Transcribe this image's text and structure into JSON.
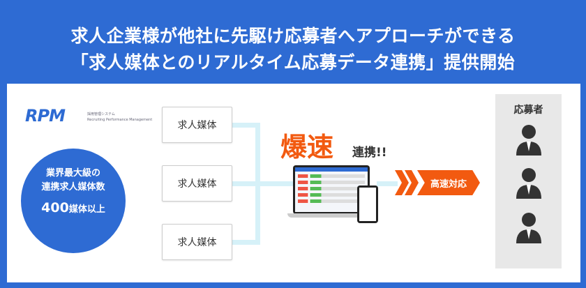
{
  "header": {
    "line1": "求人企業様が他社に先駆け応募者へアプローチができる",
    "line2": "「求人媒体とのリアルタイム応募データ連携」提供開始"
  },
  "logo": {
    "name": "RPM",
    "sub_jp": "採用管理システム",
    "sub_en": "Recruiting Performance Management"
  },
  "badge": {
    "line1": "業界最大級の",
    "line2": "連携求人媒体数",
    "count": "400",
    "suffix": "媒体以上"
  },
  "media": [
    "求人媒体",
    "求人媒体",
    "求人媒体"
  ],
  "headline": {
    "big": "爆速",
    "small": "連携!!"
  },
  "speed_label": "高速対応",
  "applicants": {
    "title": "応募者",
    "count": 3
  },
  "colors": {
    "blue": "#2e6bd3",
    "orange": "#f25a10"
  }
}
